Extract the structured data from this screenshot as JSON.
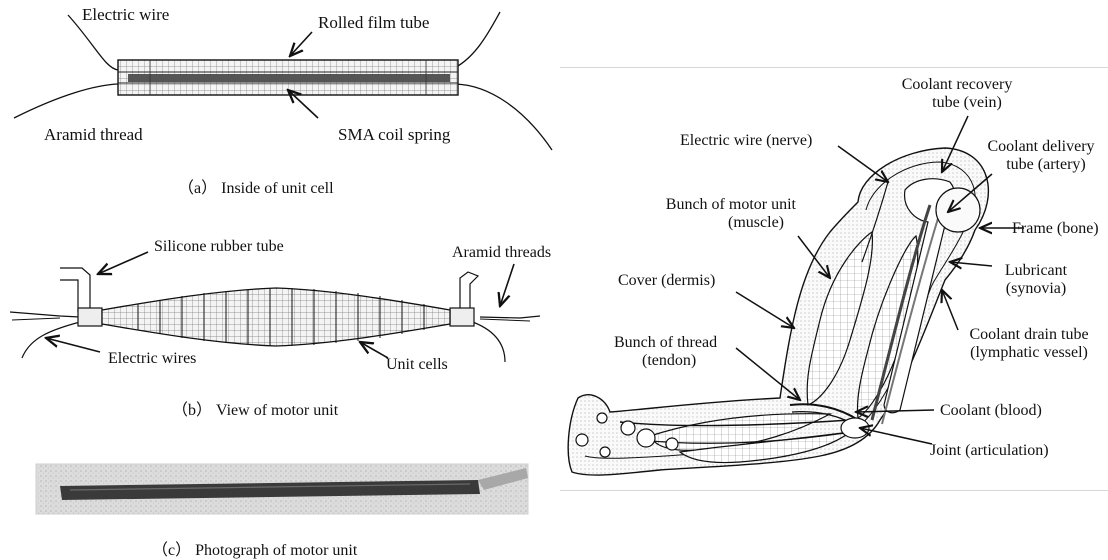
{
  "panel_a": {
    "labels": {
      "electric_wire": "Electric wire",
      "rolled_film_tube": "Rolled film tube",
      "aramid_thread": "Aramid thread",
      "sma_coil_spring": "SMA coil spring"
    },
    "caption_tag": "（a）",
    "caption_text": "Inside of unit cell"
  },
  "panel_b": {
    "labels": {
      "silicone_rubber_tube": "Silicone rubber tube",
      "aramid_threads": "Aramid threads",
      "electric_wires": "Electric wires",
      "unit_cells": "Unit cells"
    },
    "caption_tag": "（b）",
    "caption_text": "View of motor unit"
  },
  "panel_c": {
    "caption_tag": "（c）",
    "caption_text": "Photograph of motor unit"
  },
  "arm": {
    "labels": {
      "coolant_recovery_1": "Coolant recovery",
      "coolant_recovery_2": "tube (vein)",
      "electric_wire_nerve": "Electric wire (nerve)",
      "coolant_delivery_1": "Coolant delivery",
      "coolant_delivery_2": "tube (artery)",
      "bunch_motor_1": "Bunch of motor unit",
      "bunch_motor_2": "(muscle)",
      "frame_bone": "Frame (bone)",
      "cover_dermis": "Cover (dermis)",
      "lubricant_1": "Lubricant",
      "lubricant_2": "(synovia)",
      "coolant_drain_1": "Coolant drain tube",
      "coolant_drain_2": "(lymphatic vessel)",
      "bunch_thread_1": "Bunch of thread",
      "bunch_thread_2": "(tendon)",
      "coolant_blood": "Coolant (blood)",
      "joint_articulation": "Joint (articulation)"
    }
  }
}
